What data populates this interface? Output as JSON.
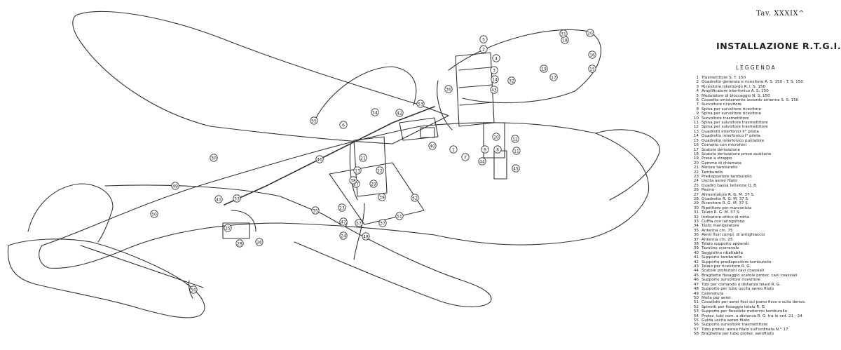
{
  "plate_label": "Tav. XXXIX^",
  "title": "INSTALLAZIONE R.T.G.I.",
  "legend_heading": "LEGGENDA",
  "legend_items": [
    "Trasmettitore S. T. 150",
    "Quadretto generale e ricevitore A. S. 150 - T. S. 150",
    "Ricevitore interbordo R. I. S. 150",
    "Amplificatore interfonico A. S. 150",
    "Modulatore di bloccaggio N. S. 150",
    "Cassetta smistamento accordo antenna S. S. 150",
    "Survoltore ricevitore",
    "Spina per survoltore ricevitore",
    "Spina per survoltore ricevitore",
    "Survoltore trasmettitore",
    "Spina per sulvoltore trasmettitore",
    "Spina per sulvoltore trasmettitore",
    "Quadretti interfonici II° pilota",
    "Quadretto interfonico I° pilota",
    "Quadretto interfonico puntatore",
    "Cornetto con microfoni",
    "Scatola derivazione",
    "Scatola derivazione prese ausiliarie",
    "Prese a strappo",
    "Gemme di chiamata",
    "Motore tamburello",
    "Tamburello",
    "Predispositore tamburello",
    "Uscita aereo filato",
    "Quadro bassa tensione Q. B.",
    "Pesino",
    "Alimentatore R. G. M. 37 S.",
    "Quadretto R. G. M. 37 S.",
    "Ricevitore R. G. M. 37 S.",
    "Ripetitore per marconista",
    "Telaio R. G. M. 37 S.",
    "Indicatore ottico di rotta",
    "Cuffia con laringofono",
    "Tasto manipolatore",
    "Antenna cm. 75",
    "Aerei fissi compl. di antighiaccio",
    "Antenna cm. 25",
    "Telaio supporto apparati",
    "Tavolino scorrevole",
    "Seggiolino ribaltabile",
    "Supporto tamburello",
    "Supporto predispositore tamburello",
    "Telaio per ricevitore R. G.",
    "Scatole protezioni cavi coassiali",
    "Braghette fissaggio scatole protez. cavi coassiali",
    "Supporto survoltore ricevitore",
    "Tubi per comando a distanza telaio R. G.",
    "Supporto per tubo uscita aereo filato",
    "Carenatura",
    "Molla per aerei",
    "Cavallotti per aerei fissi sul piano fisso e sulla deriva",
    "Spinotti per fissaggio telaio R. G.",
    "Supporto per flessibile motorino tamburello",
    "Protez. tubi com. a distanza R. G. tra le ord. 21 - 24",
    "Guida uscita aereo filato",
    "Supporto survoltore trasmettitore",
    "Tubo protez. aereo filato sull'ordinata N.° 17",
    "Braghette per tubo protez. aerofilato"
  ],
  "callouts": [
    {
      "n": "1"
    },
    {
      "n": "2"
    },
    {
      "n": "3"
    },
    {
      "n": "4"
    },
    {
      "n": "5"
    },
    {
      "n": "6"
    },
    {
      "n": "7"
    },
    {
      "n": "8"
    },
    {
      "n": "9"
    },
    {
      "n": "10"
    },
    {
      "n": "11"
    },
    {
      "n": "12"
    },
    {
      "n": "13"
    },
    {
      "n": "14"
    },
    {
      "n": "15"
    },
    {
      "n": "16"
    },
    {
      "n": "17"
    },
    {
      "n": "18"
    },
    {
      "n": "19"
    },
    {
      "n": "20"
    },
    {
      "n": "21"
    },
    {
      "n": "22"
    },
    {
      "n": "23"
    },
    {
      "n": "24"
    },
    {
      "n": "25"
    },
    {
      "n": "26"
    },
    {
      "n": "27"
    },
    {
      "n": "28"
    },
    {
      "n": "29"
    },
    {
      "n": "30"
    },
    {
      "n": "31"
    },
    {
      "n": "32"
    },
    {
      "n": "33"
    },
    {
      "n": "34"
    },
    {
      "n": "35"
    },
    {
      "n": "36"
    },
    {
      "n": "37"
    },
    {
      "n": "38"
    },
    {
      "n": "39"
    },
    {
      "n": "40"
    },
    {
      "n": "41"
    },
    {
      "n": "42"
    },
    {
      "n": "43"
    },
    {
      "n": "44"
    },
    {
      "n": "45"
    },
    {
      "n": "46"
    },
    {
      "n": "47"
    },
    {
      "n": "48"
    },
    {
      "n": "49"
    },
    {
      "n": "50"
    },
    {
      "n": "51"
    },
    {
      "n": "52"
    },
    {
      "n": "53"
    },
    {
      "n": "54"
    },
    {
      "n": "55"
    },
    {
      "n": "56"
    },
    {
      "n": "57"
    }
  ]
}
